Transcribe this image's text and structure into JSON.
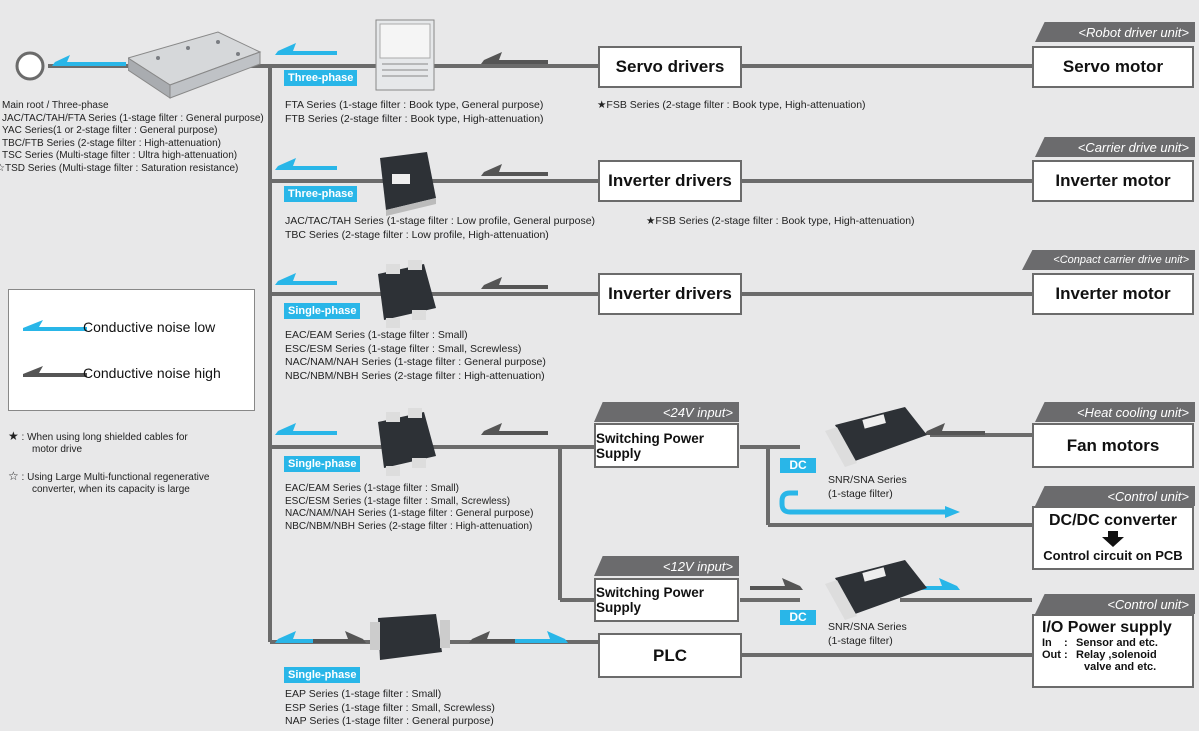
{
  "boxes": {
    "servo_drivers": "Servo drivers",
    "servo_motor": "Servo motor",
    "inverter_drivers_1": "Inverter drivers",
    "inverter_motor_1": "Inverter motor",
    "inverter_drivers_2": "Inverter drivers",
    "inverter_motor_2": "Inverter motor",
    "sps_24": "Switching Power Supply",
    "fan_motors": "Fan motors",
    "dcdc": "DC/DC converter",
    "control_circuit": "Control circuit on PCB",
    "sps_12": "Switching Power Supply",
    "plc": "PLC",
    "io_title": "I/O Power supply",
    "io_in_label": "In",
    "io_in_sep": ":",
    "io_in_text": "Sensor and etc.",
    "io_out_label": "Out",
    "io_out_sep": ":",
    "io_out_text1": "Relay ,solenoid",
    "io_out_text2": "valve and etc."
  },
  "tags": {
    "robot": "<Robot driver unit>",
    "carrier": "<Carrier drive unit>",
    "compact": "<Conpact carrier drive unit>",
    "heat": "<Heat cooling unit>",
    "input24": "<24V input>",
    "control1": "<Control unit>",
    "input12": "<12V input>",
    "control2": "<Control unit>"
  },
  "phases": {
    "p1": "Three-phase",
    "p2": "Three-phase",
    "p3": "Single-phase",
    "p4": "Single-phase",
    "p5": "Single-phase",
    "dc1": "DC",
    "dc2": "DC"
  },
  "main_root": [
    "Main root / Three-phase",
    "JAC/TAC/TAH/FTA Series (1-stage filter : General purpose)",
    "YAC Series(1 or 2-stage filter : General purpose)",
    "TBC/FTB Series (2-stage filter : High-attenuation)",
    "TSC Series (Multi-stage filter : Ultra high-attenuation)",
    "☆TSD Series (Multi-stage filter : Saturation resistance)"
  ],
  "row1": [
    "FTA Series (1-stage filter : Book type, General purpose)",
    "FTB Series (2-stage filter : Book type, High-attenuation)"
  ],
  "row1_star": "★FSB Series (2-stage filter : Book type, High-attenuation)",
  "row2": [
    "JAC/TAC/TAH Series (1-stage filter : Low profile, General purpose)",
    "TBC Series (2-stage filter : Low profile, High-attenuation)"
  ],
  "row2_star": "★FSB Series (2-stage filter : Book type, High-attenuation)",
  "row3": [
    "EAC/EAM Series (1-stage filter : Small)",
    "ESC/ESM Series (1-stage filter : Small, Screwless)",
    "NAC/NAM/NAH Series (1-stage filter : General purpose)",
    "NBC/NBM/NBH Series (2-stage filter : High-attenuation)"
  ],
  "row4": [
    "EAC/EAM Series (1-stage filter : Small)",
    "ESC/ESM Series (1-stage filter : Small, Screwless)",
    "NAC/NAM/NAH Series (1-stage filter : General purpose)",
    "NBC/NBM/NBH Series (2-stage filter : High-attenuation)"
  ],
  "row5": [
    "EAP Series (1-stage filter : Small)",
    "ESP Series (1-stage filter : Small, Screwless)",
    "NAP Series (1-stage filter : General purpose)"
  ],
  "snr1": [
    "SNR/SNA Series",
    "(1-stage filter)"
  ],
  "snr2": [
    "SNR/SNA Series",
    "(1-stage filter)"
  ],
  "legend": {
    "low": "Conductive noise low",
    "high": "Conductive noise high"
  },
  "notes": {
    "star_symbol": "★",
    "star_text1": ": When using long shielded cables for",
    "star_text2": "motor drive",
    "wstar_symbol": "☆",
    "wstar_text1": ": Using Large Multi-functional regenerative",
    "wstar_text2": "converter, when its capacity is large"
  },
  "colors": {
    "low_arrow": "#29b6e8",
    "high_arrow": "#555555",
    "line": "#6b6b6b",
    "tag": "#6b6b6d"
  }
}
